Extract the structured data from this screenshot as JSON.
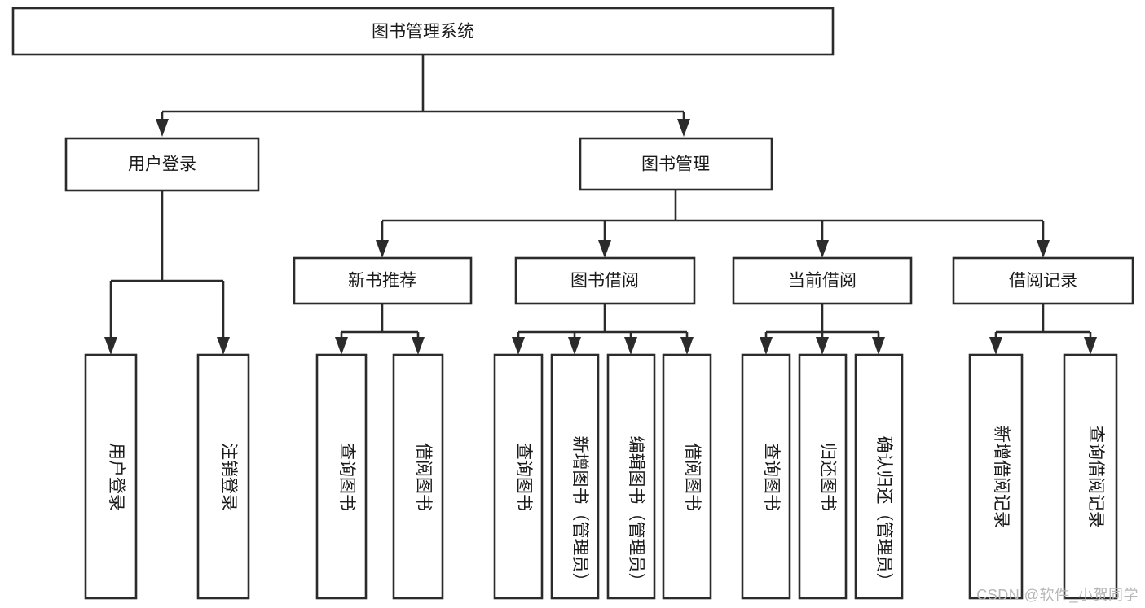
{
  "diagram": {
    "type": "tree",
    "title": "图书管理系统",
    "watermark": "CSDN @软件_小贺同学",
    "colors": {
      "background": "#ffffff",
      "box_fill": "#ffffff",
      "box_stroke": "#2b2b2b",
      "text": "#1a1a1a",
      "watermark": "#b6b6b6"
    },
    "root": {
      "label": "图书管理系统"
    },
    "level2": [
      {
        "id": "user-login",
        "label": "用户登录"
      },
      {
        "id": "book-manage",
        "label": "图书管理"
      }
    ],
    "level3": [
      {
        "id": "new-book-rec",
        "label": "新书推荐",
        "parent": "book-manage"
      },
      {
        "id": "book-borrow",
        "label": "图书借阅",
        "parent": "book-manage"
      },
      {
        "id": "current-borrow",
        "label": "当前借阅",
        "parent": "book-manage"
      },
      {
        "id": "borrow-record",
        "label": "借阅记录",
        "parent": "book-manage"
      }
    ],
    "leaves": {
      "user-login": [
        {
          "id": "leaf-user-login",
          "label": "用户登录"
        },
        {
          "id": "leaf-logout",
          "label": "注销登录"
        }
      ],
      "new-book-rec": [
        {
          "id": "leaf-query-book-1",
          "label": "查询图书"
        },
        {
          "id": "leaf-borrow-book-1",
          "label": "借阅图书"
        }
      ],
      "book-borrow": [
        {
          "id": "leaf-query-book-2",
          "label": "查询图书"
        },
        {
          "id": "leaf-add-book",
          "label": "新增图书（管理员）"
        },
        {
          "id": "leaf-edit-book",
          "label": "编辑图书（管理员）"
        },
        {
          "id": "leaf-borrow-book-2",
          "label": "借阅图书"
        }
      ],
      "current-borrow": [
        {
          "id": "leaf-query-book-3",
          "label": "查询图书"
        },
        {
          "id": "leaf-return-book",
          "label": "归还图书"
        },
        {
          "id": "leaf-confirm-return",
          "label": "确认归还（管理员）"
        }
      ],
      "borrow-record": [
        {
          "id": "leaf-add-record",
          "label": "新增借阅记录"
        },
        {
          "id": "leaf-query-record",
          "label": "查询借阅记录"
        }
      ]
    }
  }
}
